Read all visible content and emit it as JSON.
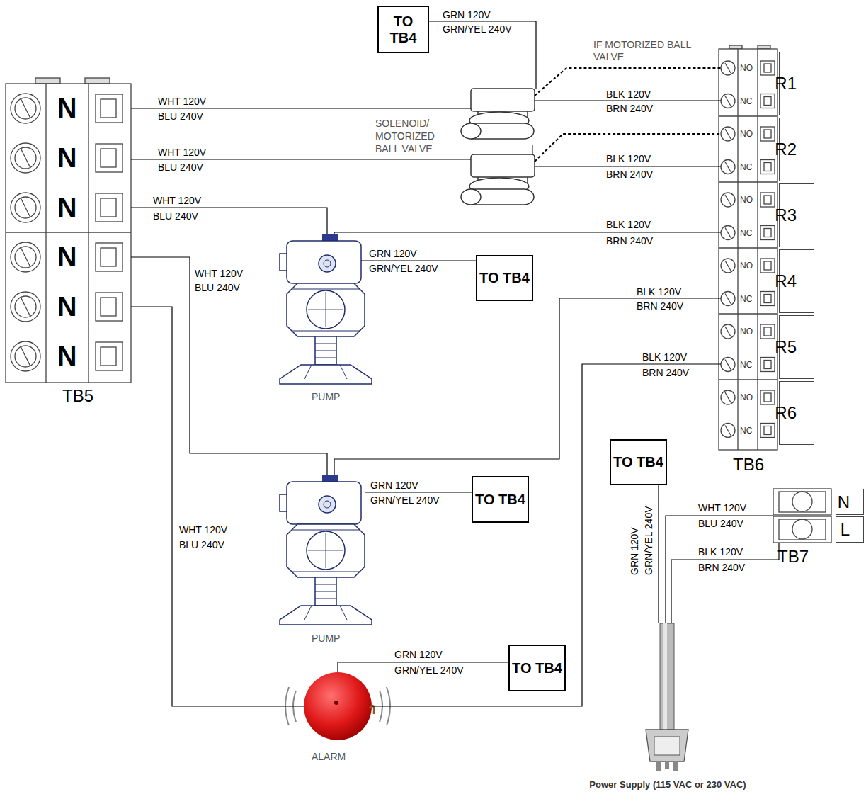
{
  "diagram": {
    "nodes": [
      {
        "text": [
          "TO TB4"
        ]
      },
      {
        "text": [
          "TB5"
        ]
      },
      {
        "text": [
          "TB6"
        ]
      },
      {
        "text": [
          "R1"
        ],
        "in": 2
      },
      {
        "text": [
          "R2"
        ],
        "in": 2
      },
      {
        "text": [
          "R3"
        ],
        "in": 2
      },
      {
        "text": [
          "R4"
        ],
        "in": 2
      },
      {
        "text": [
          "R5"
        ],
        "in": 2
      },
      {
        "text": [
          "R6"
        ],
        "in": 2
      },
      {
        "text": [
          "TO TB4"
        ]
      },
      {
        "text": [
          "TO TB4"
        ]
      },
      {
        "text": [
          "TO TB4"
        ]
      },
      {
        "text": [
          "TB7"
        ]
      },
      {
        "text": [
          "N"
        ],
        "in": 12
      },
      {
        "text": [
          "L"
        ],
        "in": 12
      },
      {
        "text": [
          "TO TB4"
        ]
      }
    ],
    "labels": [
      "GRN 120V",
      "GRN/YEL 240V",
      "IF MOTORIZED BALL VALVE",
      "WHT 120V",
      "BLU 240V",
      "BLK 120V",
      "BRN 240V",
      "SOLENOID/ MOTORIZED BALL VALVE",
      "WHT 120V",
      "BLU 240V",
      "BLK 120V",
      "BRN 240V",
      "WHT 120V",
      "BLU 240V",
      "BLK 120V",
      "BRN 240V",
      "GRN 120V",
      "GRN/YEL 240V",
      "WHT 120V",
      "BLU 240V",
      "BLK 120V",
      "BRN 240V",
      "BLK 120V",
      "BRN 240V",
      "GRN 120V",
      "GRN/YEL 240V",
      "WHT 120V",
      "BLU 240V",
      "GRN 120V",
      "GRN/YEL 240V",
      "GRN 120V",
      "GRN/YEL 240V",
      "WHT 120V",
      "BLU 240V",
      "BLK 120V",
      "BRN 240V",
      "PUMP",
      "PUMP",
      "ALARM",
      "Power Supply (115 VAC or 230 VAC)",
      "N",
      "N",
      "N",
      "N",
      "N",
      "N",
      "NO",
      "NC",
      "NO",
      "NC",
      "NO",
      "NC",
      "NO",
      "NC",
      "NO",
      "NC",
      "NO",
      "NC"
    ]
  }
}
